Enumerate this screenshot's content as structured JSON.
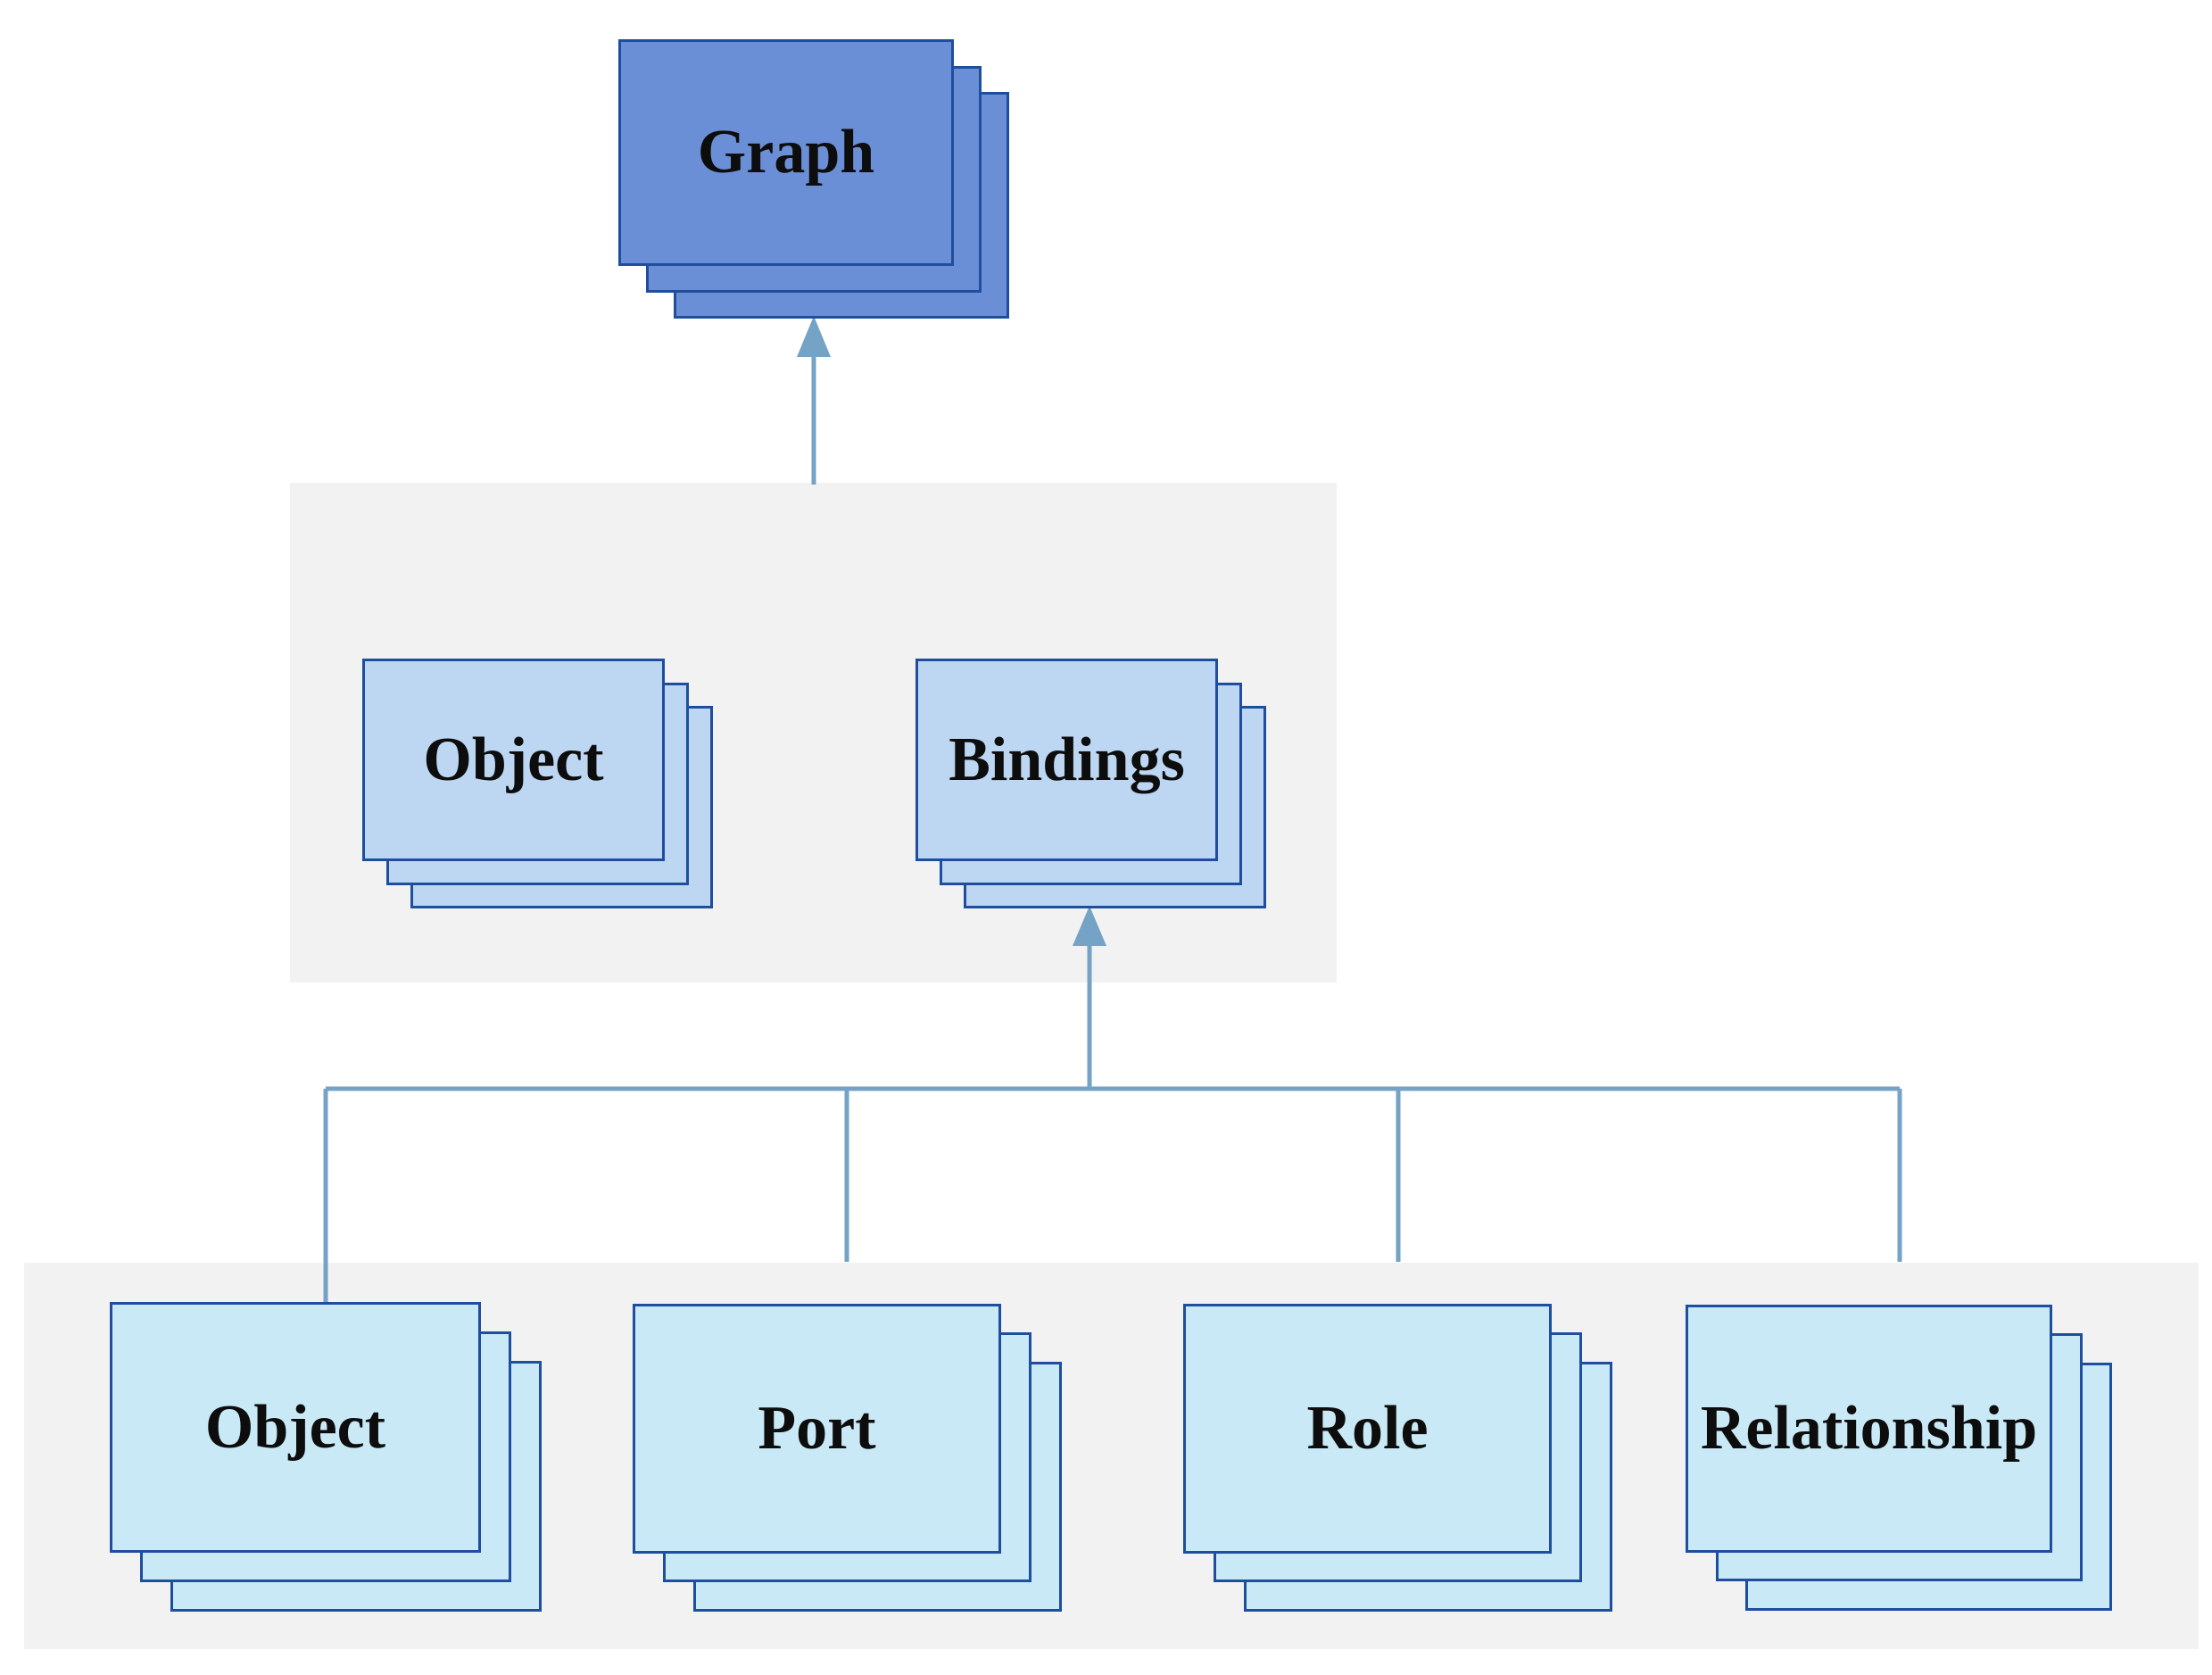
{
  "colors": {
    "top_fill": "#6b8fd6",
    "mid_fill": "#bdd7f2",
    "bottom_fill": "#c9e9f6",
    "card_border": "#1f4e9e",
    "group_background": "#f2f2f2",
    "connector": "#74a3c6"
  },
  "top": {
    "label": "Graph"
  },
  "middle": {
    "items": [
      {
        "label": "Object"
      },
      {
        "label": "Bindings"
      }
    ]
  },
  "bottom": {
    "items": [
      {
        "label": "Object"
      },
      {
        "label": "Port"
      },
      {
        "label": "Role"
      },
      {
        "label": "Relationship"
      }
    ]
  }
}
